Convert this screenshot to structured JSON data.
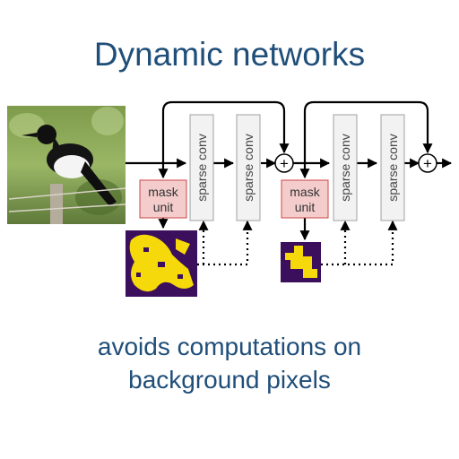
{
  "title": "Dynamic networks",
  "caption": {
    "line1": "avoids computations on",
    "line2": "background pixels"
  },
  "diagram": {
    "input_image": "magpie-photo",
    "blocks": [
      {
        "mask_unit": {
          "line1": "mask",
          "line2": "unit"
        },
        "convs": [
          "sparse conv",
          "sparse conv"
        ],
        "mask_style": "fine"
      },
      {
        "mask_unit": {
          "line1": "mask",
          "line2": "unit"
        },
        "convs": [
          "sparse conv",
          "sparse conv"
        ],
        "mask_style": "coarse"
      }
    ],
    "add_symbol": "+",
    "colors": {
      "mask_unit_fill": "#f4cccc",
      "mask_unit_stroke": "#cc4444",
      "conv_fill": "#f2f2f2",
      "conv_stroke": "#a0a0a0",
      "mask_fg": "#f5d90a",
      "mask_bg": "#3b0f5c",
      "text": "#1f4e79"
    }
  }
}
